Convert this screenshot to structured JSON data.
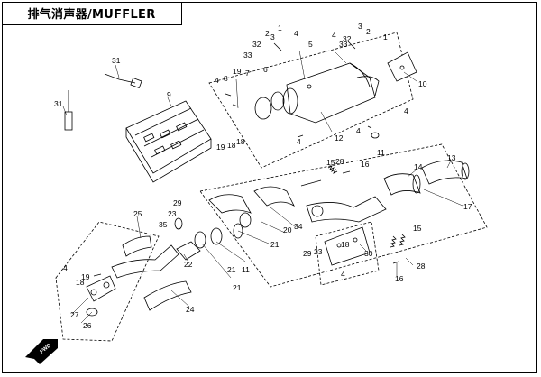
{
  "title": "排气消声器/MUFFLER",
  "forward_label": "FWD",
  "labels": {
    "l1a": "1",
    "l1b": "1",
    "l2a": "2",
    "l2b": "2",
    "l3a": "3",
    "l3b": "3",
    "l4a": "4",
    "l4b": "4",
    "l4c": "4",
    "l4d": "4",
    "l4e": "4",
    "l4f": "4",
    "l4g": "4",
    "l4h": "4",
    "l5": "5",
    "l6": "6",
    "l7": "7",
    "l8": "8",
    "l9": "9",
    "l10": "10",
    "l11": "11",
    "l11b": "11",
    "l12": "12",
    "l13": "13",
    "l14": "14",
    "l15a": "15",
    "l15b": "15",
    "l16a": "16",
    "l16b": "16",
    "l17": "17",
    "l18a": "18",
    "l18b": "18",
    "l18c": "18",
    "l18d": "18",
    "l19a": "19",
    "l19b": "19",
    "l19c": "19",
    "l20": "20",
    "l21a": "21",
    "l21b": "21",
    "l21c": "21",
    "l22": "22",
    "l23a": "23",
    "l23b": "23",
    "l24": "24",
    "l25": "25",
    "l26": "26",
    "l27": "27",
    "l28a": "28",
    "l28b": "28",
    "l29a": "29",
    "l29b": "29",
    "l30": "30",
    "l31a": "31",
    "l31b": "31",
    "l32a": "32",
    "l32b": "32",
    "l33a": "33",
    "l33b": "33",
    "l34": "34",
    "l35": "35"
  }
}
